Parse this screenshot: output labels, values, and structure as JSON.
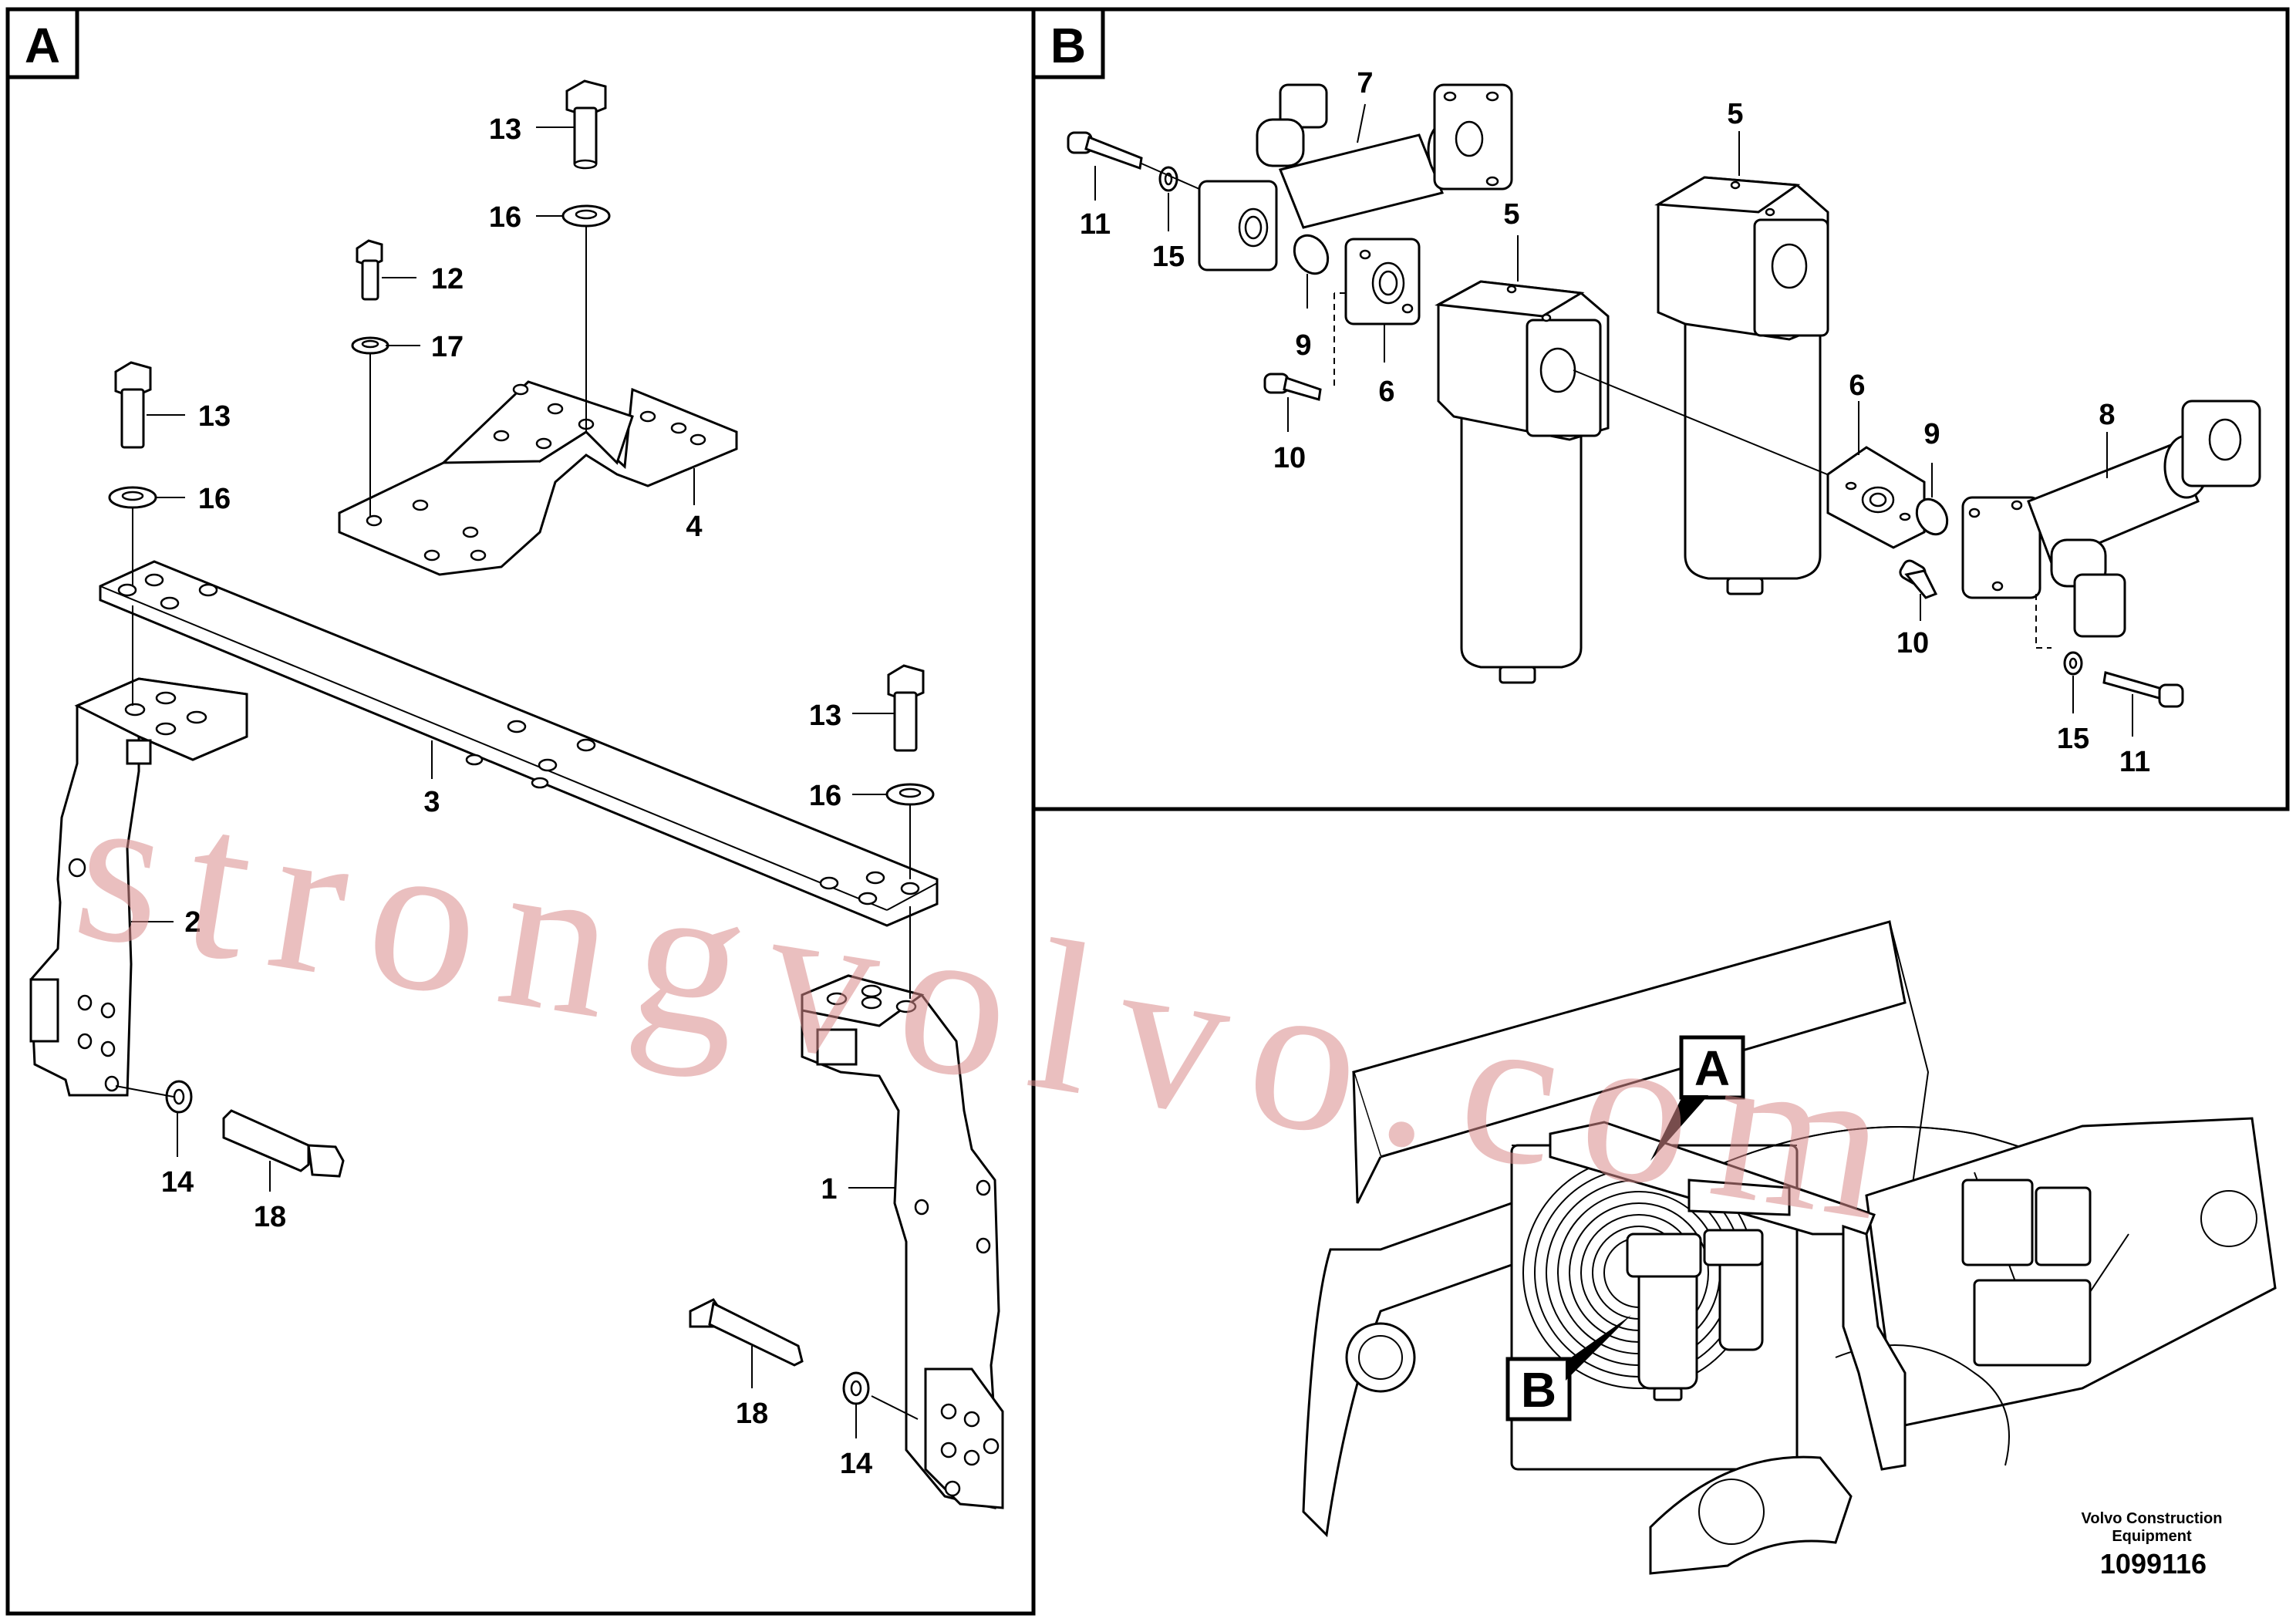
{
  "panels": {
    "a": {
      "label": "A"
    },
    "b": {
      "label": "B"
    },
    "overview": {
      "marker_a": "A",
      "marker_b": "B"
    }
  },
  "panel_a_callouts": [
    {
      "key": "p13a",
      "text": "13"
    },
    {
      "key": "p16a",
      "text": "16"
    },
    {
      "key": "p12",
      "text": "12"
    },
    {
      "key": "p17",
      "text": "17"
    },
    {
      "key": "p13b",
      "text": "13"
    },
    {
      "key": "p16b",
      "text": "16"
    },
    {
      "key": "p4",
      "text": "4"
    },
    {
      "key": "p3",
      "text": "3"
    },
    {
      "key": "p13c",
      "text": "13"
    },
    {
      "key": "p16c",
      "text": "16"
    },
    {
      "key": "p2",
      "text": "2"
    },
    {
      "key": "p1",
      "text": "1"
    },
    {
      "key": "p14a",
      "text": "14"
    },
    {
      "key": "p18a",
      "text": "18"
    },
    {
      "key": "p18b",
      "text": "18"
    },
    {
      "key": "p14b",
      "text": "14"
    }
  ],
  "panel_b_callouts": [
    {
      "key": "b7",
      "text": "7"
    },
    {
      "key": "b5a",
      "text": "5"
    },
    {
      "key": "b5b",
      "text": "5"
    },
    {
      "key": "b11a",
      "text": "11"
    },
    {
      "key": "b15a",
      "text": "15"
    },
    {
      "key": "b9a",
      "text": "9"
    },
    {
      "key": "b6a",
      "text": "6"
    },
    {
      "key": "b10a",
      "text": "10"
    },
    {
      "key": "b6b",
      "text": "6"
    },
    {
      "key": "b9b",
      "text": "9"
    },
    {
      "key": "b8",
      "text": "8"
    },
    {
      "key": "b10b",
      "text": "10"
    },
    {
      "key": "b15b",
      "text": "15"
    },
    {
      "key": "b11b",
      "text": "11"
    }
  ],
  "watermark": "strongvolvo.com",
  "footer": {
    "brand_line1": "Volvo Construction",
    "brand_line2": "Equipment",
    "doc_number": "1099116"
  }
}
